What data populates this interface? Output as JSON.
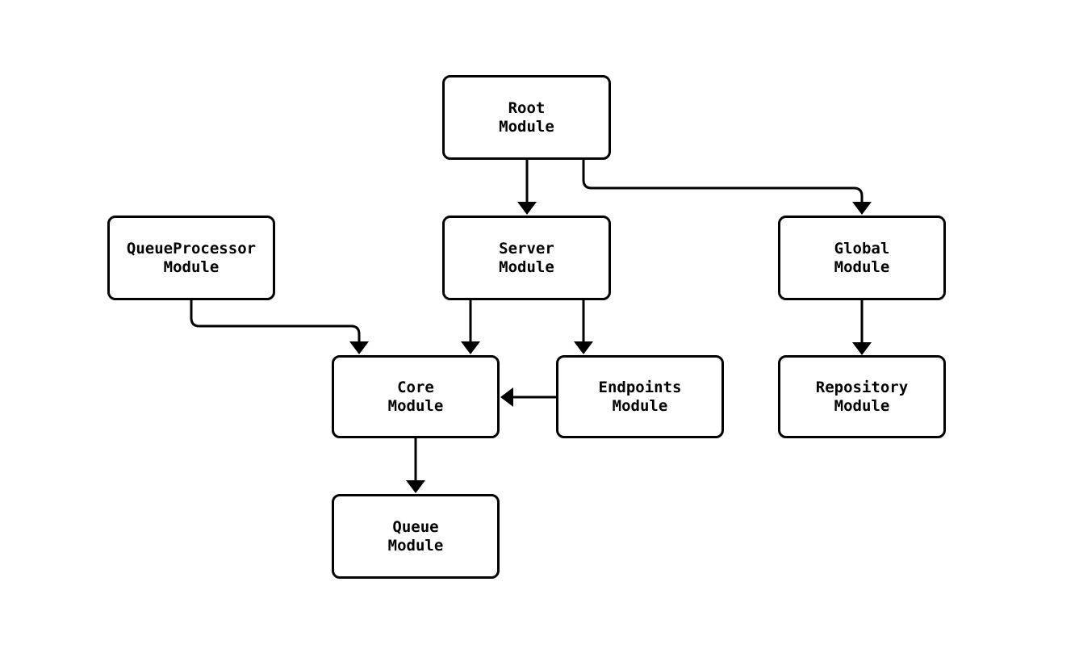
{
  "diagram": {
    "type": "flowchart",
    "direction": "top-down",
    "nodes": {
      "root": {
        "line1": "Root",
        "line2": "Module"
      },
      "queueprocessor": {
        "line1": "QueueProcessor",
        "line2": "Module"
      },
      "server": {
        "line1": "Server",
        "line2": "Module"
      },
      "global": {
        "line1": "Global",
        "line2": "Module"
      },
      "core": {
        "line1": "Core",
        "line2": "Module"
      },
      "endpoints": {
        "line1": "Endpoints",
        "line2": "Module"
      },
      "repository": {
        "line1": "Repository",
        "line2": "Module"
      },
      "queue": {
        "line1": "Queue",
        "line2": "Module"
      }
    },
    "edges": [
      {
        "from": "Root Module",
        "to": "Server Module"
      },
      {
        "from": "Root Module",
        "to": "Global Module"
      },
      {
        "from": "QueueProcessor Module",
        "to": "Core Module"
      },
      {
        "from": "Server Module",
        "to": "Core Module"
      },
      {
        "from": "Server Module",
        "to": "Endpoints Module"
      },
      {
        "from": "Endpoints Module",
        "to": "Core Module"
      },
      {
        "from": "Global Module",
        "to": "Repository Module"
      },
      {
        "from": "Core Module",
        "to": "Queue Module"
      }
    ],
    "colors": {
      "background": "#ffffff",
      "node_fill": "#ffffff",
      "node_border": "#000000",
      "edge": "#000000",
      "text": "#000000"
    }
  }
}
